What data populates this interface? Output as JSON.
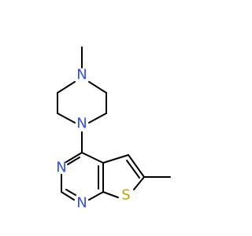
{
  "atoms": {
    "n_methyl": "N",
    "n_pip": "N",
    "n_pyr_3": "N",
    "n_pyr_1": "N",
    "s_thio": "S"
  },
  "colors": {
    "nitrogen": "#3050F8",
    "sulfur": "#C8A000",
    "bond": "#000000",
    "background": "#FFFFFF"
  }
}
